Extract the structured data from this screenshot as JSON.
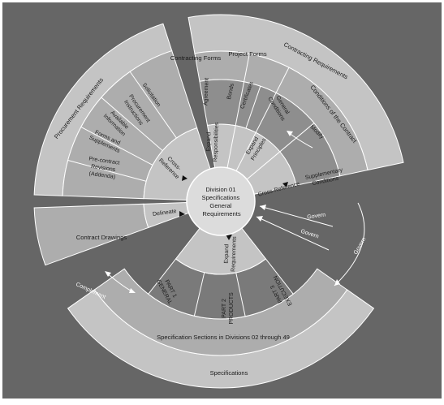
{
  "center": {
    "lines": [
      "Division 01",
      "Specifications",
      "General",
      "Requirements"
    ]
  },
  "procurement": {
    "outer_label": "Procurement Requirements",
    "items": [
      "Solicitation",
      "Procurement Instructions",
      "Available Information",
      "Forms and Supplements",
      "Pre-contract Revisions (Addenda)"
    ],
    "connector": "Cross-Reference"
  },
  "contracting": {
    "outer_label": "Contracting Requirements",
    "groups": [
      "Contracting Forms",
      "Project Forms",
      "Conditions of the Contract"
    ],
    "items": [
      "Agreement",
      "Bonds",
      "Certificates",
      "General Conditions",
      "Supplementary Conditions"
    ],
    "expand_responsibilities": "Expand Responsibilities",
    "expand_principles": "Expand Principles",
    "modify": "Modify",
    "cross_reference": "Cross-Reference"
  },
  "drawings": {
    "label": "Contract Drawings",
    "connector": "Delineate"
  },
  "specifications": {
    "outer_label": "Specifications",
    "ring_label": "Specification Sections in Divisions 02 through 49",
    "parts": [
      "PART 1 GENERAL",
      "PART 2 PRODUCTS",
      "PART 3 EXECUTION"
    ],
    "connector": "Expand Requirements"
  },
  "arrows": {
    "govern": "Govern",
    "complement": "Complement"
  },
  "colors": {
    "background": "#666666",
    "frame": "#ffffff",
    "shade_light": "#c4c4c4",
    "shade_mid": "#adadad",
    "shade_dark": "#8e8e8e",
    "shade_darker": "#7a7a7a",
    "lines": "#ffffff"
  }
}
